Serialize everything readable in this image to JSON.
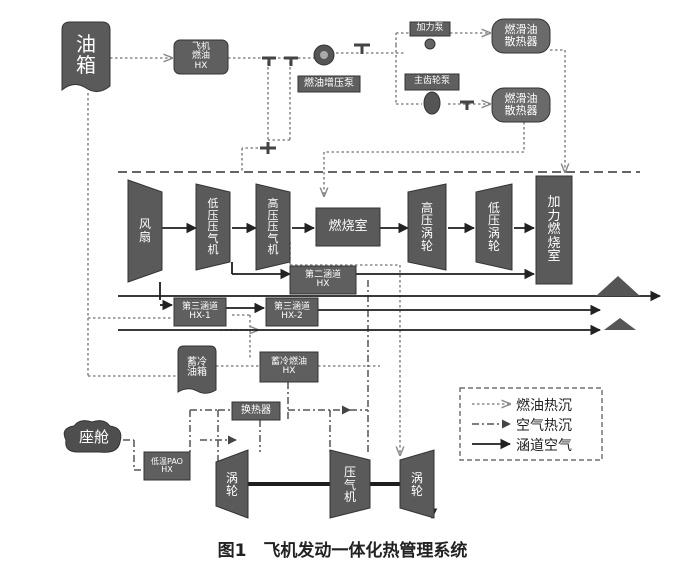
{
  "components": {
    "oil_tank": "油\n箱",
    "aircraft_fuel_hx": "飞机\n燃油\nHX",
    "boost_pump": "燃油增压泵",
    "booster_pump": "加力泵",
    "main_gear_pump": "主齿轮泵",
    "fuel_oil_cooler_1": "燃滑油\n散热器",
    "fuel_oil_cooler_2": "燃滑油\n散热器",
    "fan": "风\n扇",
    "lp_compressor": "低\n压\n压\n气\n机",
    "hp_compressor": "高\n压\n压\n气\n机",
    "combustor": "燃烧室",
    "hp_turbine": "高\n压\n涡\n轮",
    "lp_turbine": "低\n压\n涡\n轮",
    "afterburner": "加\n力\n燃\n烧\n室",
    "second_duct_hx": "第二涵道\nHX",
    "third_duct_hx1": "第三涵道\nHX-1",
    "third_duct_hx2": "第三涵道\nHX-2",
    "storage_cold_tank": "蓄冷\n油箱",
    "storage_cold_fuel_hx": "蓄冷燃油\nHX",
    "heat_exchanger": "换热器",
    "cockpit": "座舱",
    "low_temp_pao_hx": "低温PAO\nHX",
    "turbine_left": "涡\n轮",
    "compressor": "压\n气\n机",
    "turbine_right": "涡\n轮"
  },
  "legend": {
    "fuel_heat_sink": "燃油热沉",
    "air_heat_sink": "空气热沉",
    "duct_air": "涵道空气"
  },
  "caption": "图1　飞机发动一体化热管理系统"
}
